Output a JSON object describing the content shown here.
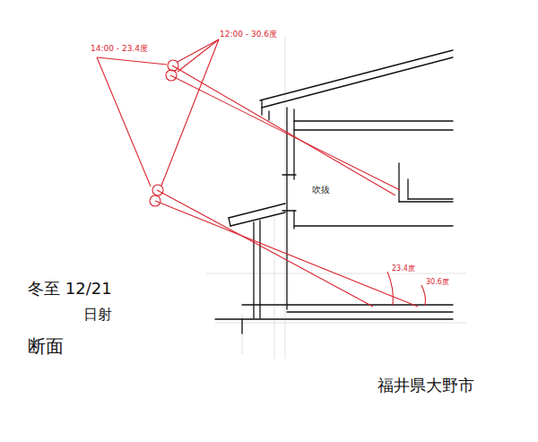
{
  "diagram": {
    "labels": [
      "14:00 - 23.4度",
      "12:00 - 30.6度",
      "吹抜",
      "23.4度",
      "30.6度",
      "冬至 12/21",
      "日射",
      "断面",
      "福井県大野市"
    ]
  }
}
